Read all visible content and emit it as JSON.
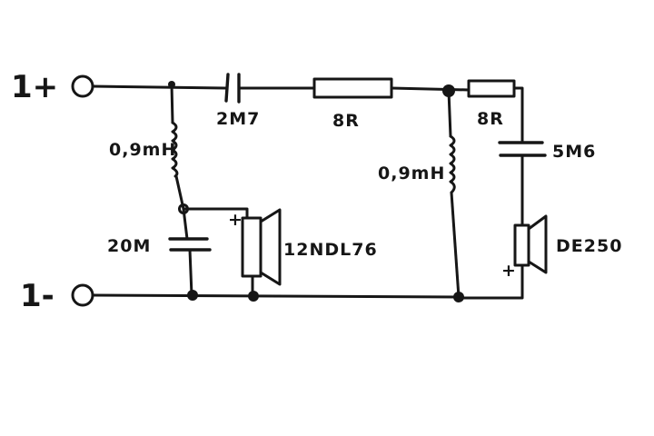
{
  "terminals": {
    "plus": "1+",
    "minus": "1-"
  },
  "components": {
    "cap_series": "2M7",
    "res_series": "8R",
    "ind_woofer_shunt": "0,9mH",
    "cap_woofer_shunt": "20M",
    "woofer": "12NDL76",
    "ind_tweeter_shunt": "0,9mH",
    "res_tweeter": "8R",
    "cap_tweeter": "5M6",
    "tweeter": "DE250"
  },
  "polarity": {
    "woofer": "+",
    "tweeter": "+"
  },
  "colors": {
    "ink": "#161616",
    "paper": "#ffffff"
  }
}
